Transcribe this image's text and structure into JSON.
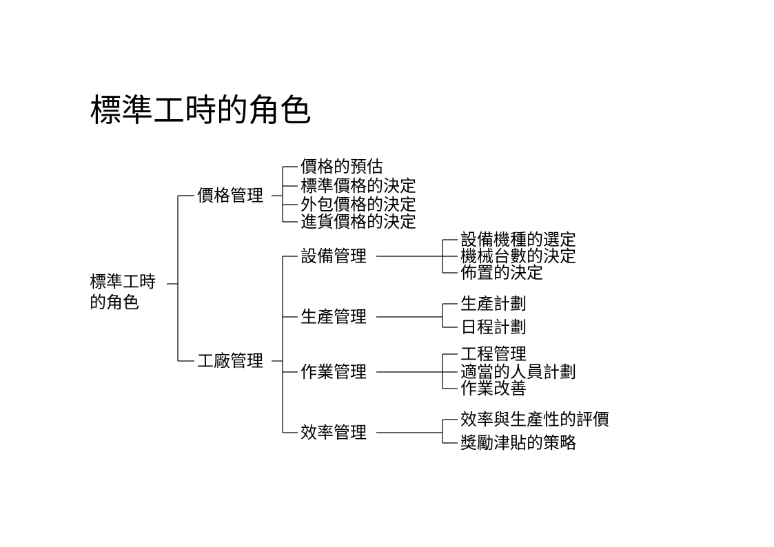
{
  "title": "標準工時的角色",
  "root": {
    "line1": "標準工時",
    "line2": "的角色"
  },
  "branches": [
    {
      "label": "價格管理",
      "leaves": [
        "價格的預估",
        "標準價格的決定",
        "外包價格的決定",
        "進貨價格的決定"
      ]
    },
    {
      "label": "工廠管理",
      "children": [
        {
          "label": "設備管理",
          "leaves": [
            "設備機種的選定",
            "機械台數的決定",
            "佈置的決定"
          ]
        },
        {
          "label": "生產管理",
          "leaves": [
            "生產計劃",
            "日程計劃"
          ]
        },
        {
          "label": "作業管理",
          "leaves": [
            "工程管理",
            "適當的人員計劃",
            "作業改善"
          ]
        },
        {
          "label": "效率管理",
          "leaves": [
            "效率與生產性的評價",
            "獎勵津貼的策略"
          ]
        }
      ]
    }
  ]
}
